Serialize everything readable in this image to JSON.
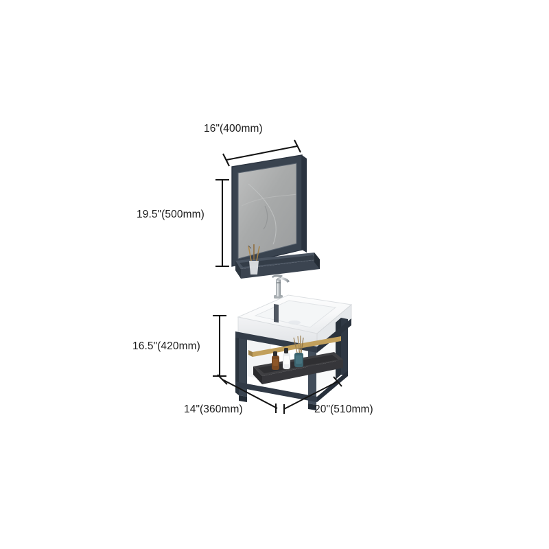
{
  "diagram": {
    "type": "product-dimension-diagram",
    "product": "bathroom vanity set with mirror",
    "background_color": "#ffffff",
    "text_color": "#1b1b1b"
  },
  "dimensions": {
    "mirror_width": {
      "label": "16\"(400mm)",
      "inches": 16,
      "mm": 400,
      "part": "mirror",
      "axis": "width"
    },
    "mirror_height": {
      "label": "19.5\"(500mm)",
      "inches": 19.5,
      "mm": 500,
      "part": "mirror",
      "axis": "height"
    },
    "vanity_height": {
      "label": "16.5\"(420mm)",
      "inches": 16.5,
      "mm": 420,
      "part": "vanity",
      "axis": "height"
    },
    "vanity_depth": {
      "label": "14\"(360mm)",
      "inches": 14,
      "mm": 360,
      "part": "vanity",
      "axis": "depth"
    },
    "vanity_width": {
      "label": "20\"(510mm)",
      "inches": 20,
      "mm": 510,
      "part": "vanity",
      "axis": "width"
    }
  },
  "colors": {
    "frame_navy": "#3c4757",
    "frame_navy_dark": "#2b3542",
    "frame_navy_light": "#55616f",
    "mirror_glass": "#a9abab",
    "mirror_glass_light": "#bcbdbd",
    "ceramic_white": "#ffffff",
    "ceramic_shadow": "#e2e4e6",
    "chrome": "#c8cccf",
    "brass_trim": "#c2a05c",
    "shelf_dark": "#3a3a3c",
    "dim_line": "#141414"
  },
  "parts": {
    "mirror": "wall mirror with navy frame",
    "mirror_shelf": "navy tray shelf below mirror",
    "faucet": "chrome single-lever faucet",
    "basin": "white ceramic rectangular basin",
    "vanity_frame": "navy open metal frame",
    "brass_accent": "brass trim rail",
    "bottom_tray": "dark tray with toiletry bottles",
    "toiletries": [
      "amber pump bottle",
      "white pump bottle",
      "teal reed diffuser"
    ]
  }
}
